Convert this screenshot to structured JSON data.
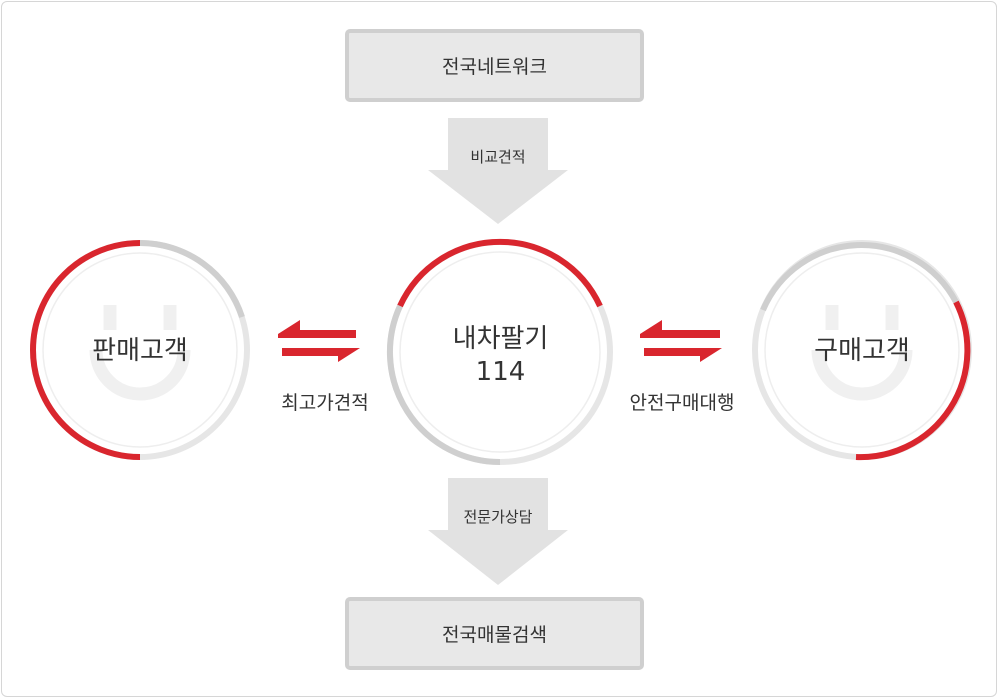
{
  "top_box": {
    "label": "전국네트워크"
  },
  "bottom_box": {
    "label": "전국매물검색"
  },
  "top_arrow": {
    "label": "비교견적"
  },
  "bottom_arrow": {
    "label": "전문가상담"
  },
  "left_circle": {
    "label": "판매고객"
  },
  "right_circle": {
    "label": "구매고객"
  },
  "center_circle": {
    "title": "내차팔기",
    "number": "114"
  },
  "left_exchange": {
    "label": "최고가견적"
  },
  "right_exchange": {
    "label": "안전구매대행"
  },
  "colors": {
    "accent_red": "#d9262e",
    "ring_gray": "#cfcfcf",
    "ring_light": "#e6e6e6",
    "box_fill": "#e8e8e8",
    "arrow_fill": "#e2e2e2"
  }
}
